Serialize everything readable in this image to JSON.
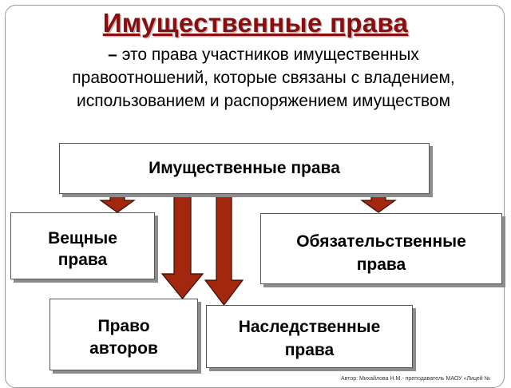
{
  "title": "Имущественные права",
  "definition": {
    "dash": "–",
    "text": "это права участников имущественных правоотношений, которые связаны с владением, использованием и распоряжением имуществом"
  },
  "boxes": {
    "main": "Имущественные права",
    "veshch": [
      "Вещные",
      "права"
    ],
    "obyaz": [
      "Обязательственные",
      "права"
    ],
    "avtor": [
      "Право",
      "авторов"
    ],
    "nasled": [
      "Наследственные",
      "права"
    ]
  },
  "footer": "Автор: Михайлова Н.М.- преподаватель МАОУ «Лицей №",
  "colors": {
    "title": "#8b0d0d",
    "arrow_fill": "#a3260f",
    "arrow_stroke": "#3a0a00"
  }
}
